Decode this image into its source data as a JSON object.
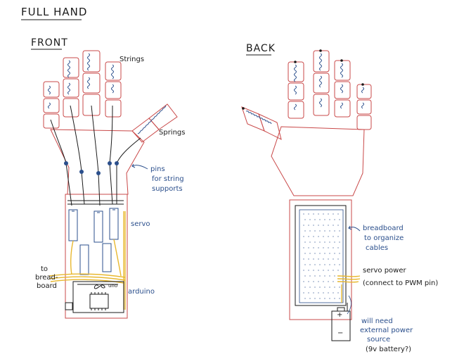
{
  "title": "FULL HAND",
  "front": {
    "heading": "FRONT",
    "labels": {
      "strings_top": "Strings",
      "springs": "Springs",
      "pins": [
        "pins",
        "for string",
        "supports"
      ],
      "servo": "servo",
      "to_breadboard": [
        "to",
        "bread-",
        "board"
      ],
      "arduino": "arduino",
      "chip": "uno"
    }
  },
  "back": {
    "heading": "BACK",
    "labels": {
      "breadboard": [
        "breadboard",
        "to organize",
        "cables"
      ],
      "servo_power": "servo power",
      "connect": "(connect to PWM pin)",
      "power": [
        "will need",
        "external power",
        "source",
        "(9v battery?)"
      ],
      "plus": "+",
      "minus": "−"
    }
  },
  "colors": {
    "outline": "#c94848",
    "ink": "#1a1a1a",
    "blue": "#2b4f8c",
    "wire": "#e8b830"
  }
}
